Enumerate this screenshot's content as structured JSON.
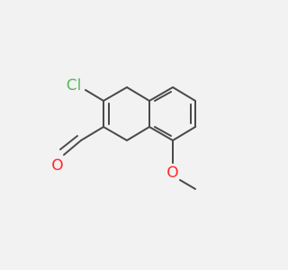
{
  "atoms": {
    "chlorine": {
      "symbol": "Cl",
      "color": "#5cb85c"
    },
    "carbonyl_oxygen": {
      "symbol": "O",
      "color": "#ff2b2b"
    },
    "ether_oxygen": {
      "symbol": "O",
      "color": "#ff2b2b"
    }
  },
  "colors": {
    "background": "#f2f2f2",
    "bond": "#4a4a4a"
  }
}
